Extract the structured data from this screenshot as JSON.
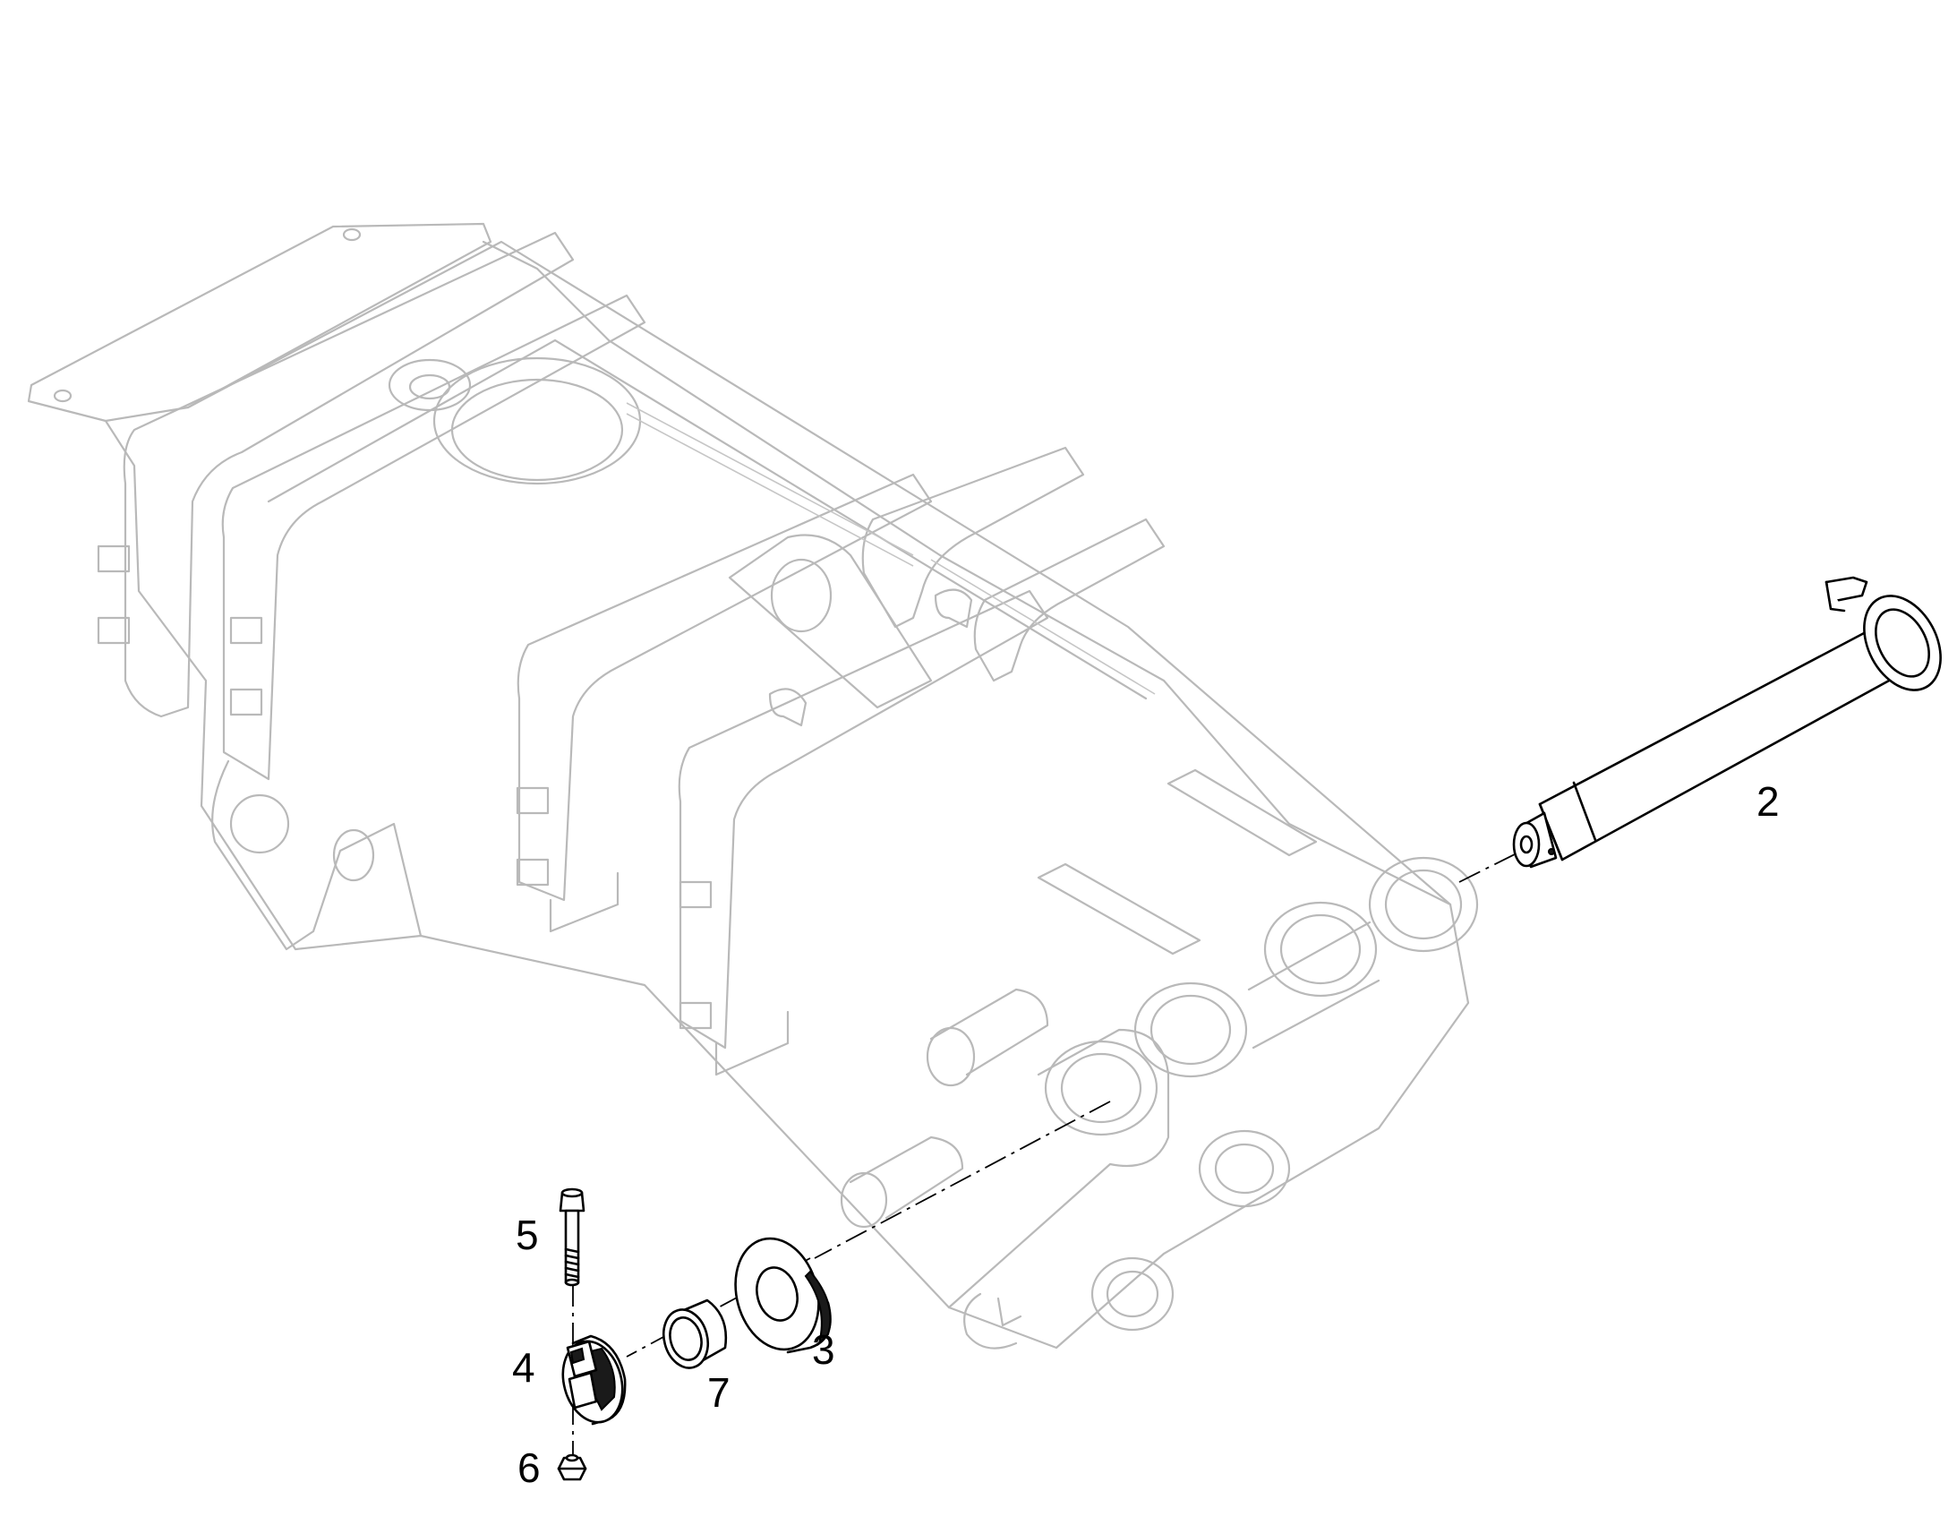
{
  "callouts": [
    {
      "id": "label-2",
      "text": "2"
    },
    {
      "id": "label-3",
      "text": "3"
    },
    {
      "id": "label-4",
      "text": "4"
    },
    {
      "id": "label-5",
      "text": "5"
    },
    {
      "id": "label-6",
      "text": "6"
    },
    {
      "id": "label-7",
      "text": "7"
    }
  ],
  "colors": {
    "background": "#ffffff",
    "ghost_assembly": "#b9b9b9",
    "highlighted_parts": "#000000"
  }
}
